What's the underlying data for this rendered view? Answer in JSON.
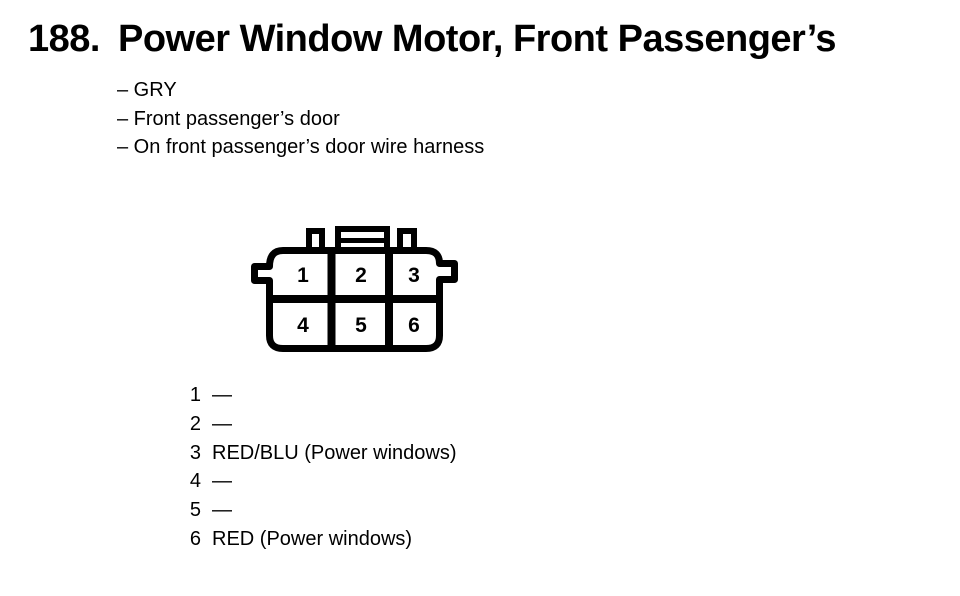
{
  "header": {
    "number": "188.",
    "title": "Power Window Motor, Front Passenger’s"
  },
  "notes": [
    "– GRY",
    "– Front passenger’s door",
    "– On front passenger’s door wire harness"
  ],
  "connector": {
    "description": "6-cavity connector, front view",
    "top_row": [
      "1",
      "2",
      "3"
    ],
    "bottom_row": [
      "4",
      "5",
      "6"
    ]
  },
  "pinout": [
    {
      "pin": "1",
      "wire": "—"
    },
    {
      "pin": "2",
      "wire": "—"
    },
    {
      "pin": "3",
      "wire": "RED/BLU (Power windows)"
    },
    {
      "pin": "4",
      "wire": "—"
    },
    {
      "pin": "5",
      "wire": "—"
    },
    {
      "pin": "6",
      "wire": "RED (Power windows)"
    }
  ],
  "colors": {
    "ink": "#000000",
    "paper": "#ffffff"
  }
}
